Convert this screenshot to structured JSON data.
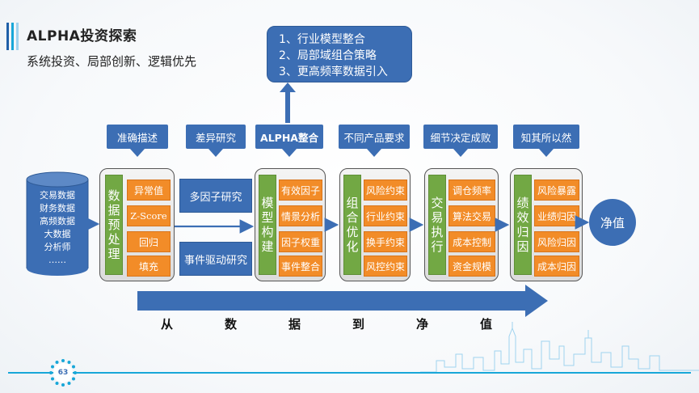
{
  "header": {
    "title": "ALPHA投资探索",
    "subtitle": "系统投资、局部创新、逻辑优先"
  },
  "goals": [
    "1、行业模型整合",
    "2、局部域组合策略",
    "3、更高频率数据引入"
  ],
  "callouts": [
    "准确描述",
    "差异研究",
    "ALPHA整合",
    "不同产品要求",
    "细节决定成败",
    "知其所以然"
  ],
  "data_sources": [
    "交易数据",
    "财务数据",
    "高频数据",
    "大数据",
    "分析师",
    "……"
  ],
  "stages": [
    {
      "label": "数据预处理",
      "items": [
        "异常值",
        "Z-Score",
        "回归",
        "填充"
      ]
    },
    {
      "label": "模型构建",
      "items": [
        "有效因子",
        "情景分析",
        "因子权重",
        "事件整合"
      ]
    },
    {
      "label": "组合优化",
      "items": [
        "风险约束",
        "行业约束",
        "换手约束",
        "风控约束"
      ]
    },
    {
      "label": "交易执行",
      "items": [
        "调仓频率",
        "算法交易",
        "成本控制",
        "资金规模"
      ]
    },
    {
      "label": "绩效归因",
      "items": [
        "风险暴露",
        "业绩归因",
        "风险归因",
        "成本归因"
      ]
    }
  ],
  "research": [
    "多因子研究",
    "事件驱动研究"
  ],
  "result": "净值",
  "flow_words": [
    "从",
    "数",
    "据",
    "到",
    "净",
    "值"
  ],
  "page_number": "63",
  "colors": {
    "blue": "#3c6eb4",
    "green": "#72a844",
    "orange": "#f28c28",
    "cyan": "#18a7d8"
  }
}
